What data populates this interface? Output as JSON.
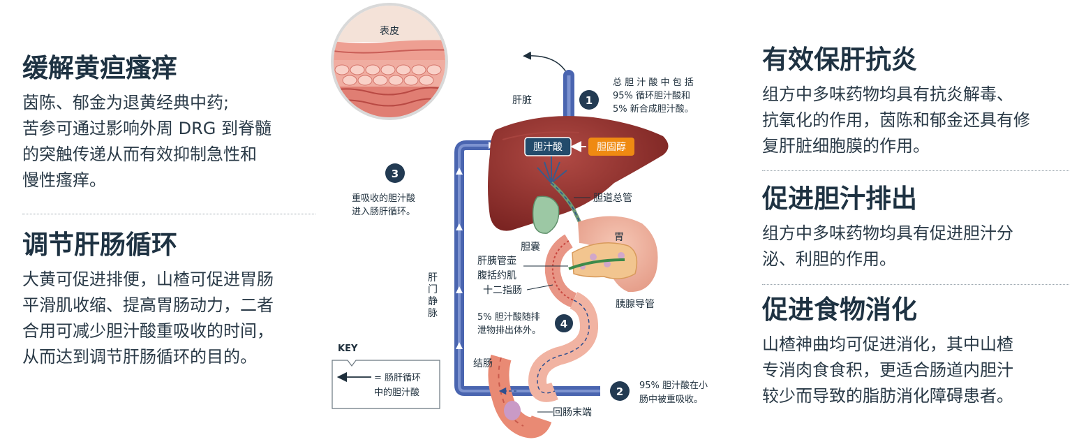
{
  "left_column": [
    {
      "title": "缓解黄疸瘙痒",
      "lines": [
        "茵陈、郁金为退黄经典中药;",
        "苦参可通过影响外周 DRG 到脊髓",
        "的突触传递从而有效抑制急性和",
        "慢性瘙痒。"
      ]
    },
    {
      "title": "调节肝肠循环",
      "lines": [
        "大黄可促进排便，山楂可促进胃肠",
        "平滑肌收缩、提高胃肠动力，二者",
        "合用可减少胆汁酸重吸收的时间，",
        "从而达到调节肝肠循环的目的。"
      ]
    }
  ],
  "right_column": [
    {
      "title": "有效保肝抗炎",
      "lines": [
        "组方中多味药物均具有抗炎解毒、",
        "抗氧化的作用，茵陈和郁金还具有修",
        "复肝脏细胞膜的作用。"
      ]
    },
    {
      "title": "促进胆汁排出",
      "lines": [
        "组方中多味药物均具有促进胆汁分",
        "泌、利胆的作用。"
      ]
    },
    {
      "title": "促进食物消化",
      "lines": [
        "山楂神曲均可促进消化，其中山楂",
        "专消肉食食积，更适合肠道内胆汁",
        "较少而导致的脂肪消化障碍患者。"
      ]
    }
  ],
  "diagram": {
    "skin_label": "表皮",
    "liver_label": "肝脏",
    "bile_acid_box": "胆汁酸",
    "cholesterol_box": "胆固醇",
    "common_bile_duct": "胆道总管",
    "gallbladder": "胆囊",
    "stomach": "胃",
    "ampulla": "肝胰管壶",
    "sphincter": "腹括约肌",
    "duodenum": "十二指肠",
    "pancreatic_duct": "胰腺导管",
    "portal_vein": [
      "肝",
      "门",
      "静",
      "脉"
    ],
    "colon": "结肠",
    "terminal_ileum": "回肠末端",
    "step1_number": "1",
    "step1_lines": [
      "总 胆 汁 酸 中 包 括",
      "95% 循环胆汁酸和",
      "5% 新合成胆汁酸。"
    ],
    "step2_number": "2",
    "step2_lines": [
      "95% 胆汁酸在小",
      "肠中被重吸收。"
    ],
    "step3_number": "3",
    "step3_lines": [
      "重吸收的胆汁酸",
      "进入肠肝循环。"
    ],
    "step4_number": "4",
    "step4_lines": [
      "5% 胆汁酸随排",
      "泄物排出体外。"
    ],
    "key_title": "KEY",
    "key_lines": [
      "= 肠肝循环",
      "中的胆汁酸"
    ],
    "colors": {
      "vein": "#4a65b0",
      "liver": "#8e2e2b",
      "bile_box": "#234b6b",
      "cholesterol_box": "#ef8a12",
      "badge": "#223a52",
      "skin": "#f2b5a8"
    }
  }
}
